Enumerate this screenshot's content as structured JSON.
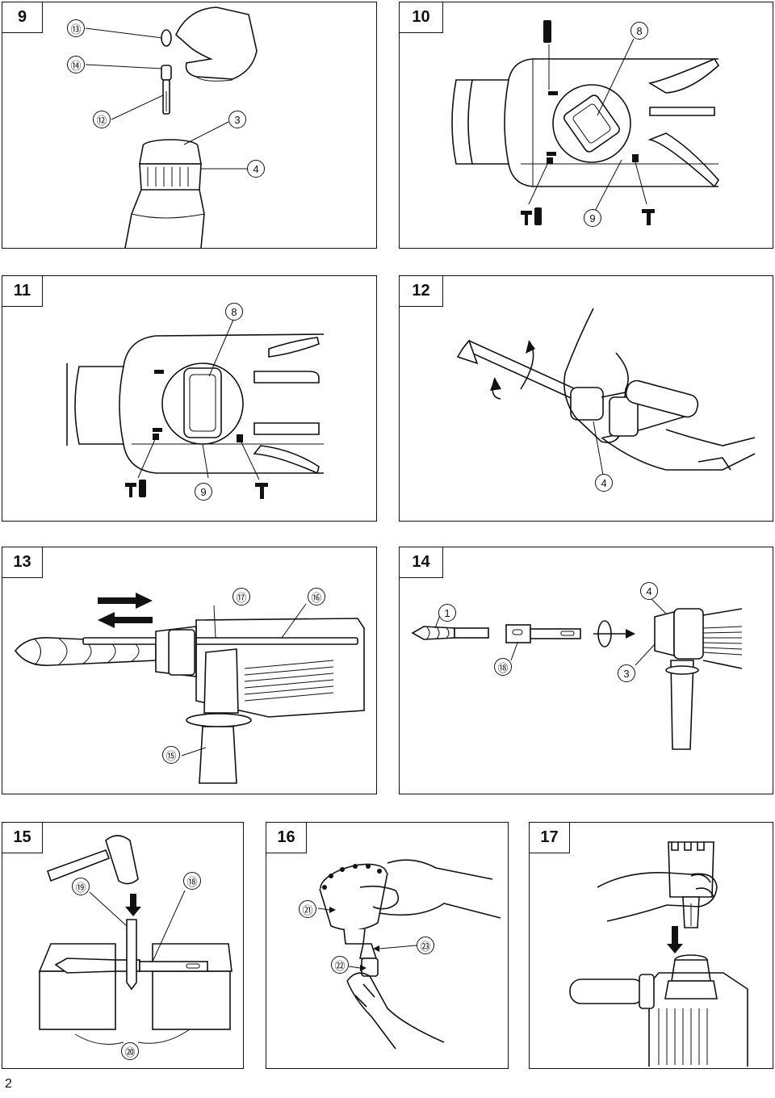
{
  "panels": [
    {
      "id": "p9",
      "number": "9",
      "callouts": [
        "⑬",
        "⑭",
        "⑫",
        "3",
        "4"
      ]
    },
    {
      "id": "p10",
      "number": "10",
      "callouts": [
        "8",
        "9"
      ]
    },
    {
      "id": "p11",
      "number": "11",
      "callouts": [
        "8",
        "9"
      ]
    },
    {
      "id": "p12",
      "number": "12",
      "callouts": [
        "4"
      ]
    },
    {
      "id": "p13",
      "number": "13",
      "callouts": [
        "⑰",
        "⑯",
        "⑮"
      ]
    },
    {
      "id": "p14",
      "number": "14",
      "callouts": [
        "1",
        "⑱",
        "4",
        "3"
      ]
    },
    {
      "id": "p15",
      "number": "15",
      "callouts": [
        "⑲",
        "⑱",
        "⑳"
      ]
    },
    {
      "id": "p16",
      "number": "16",
      "callouts": [
        "㉑",
        "㉓",
        "㉒"
      ]
    },
    {
      "id": "p17",
      "number": "17",
      "callouts": []
    }
  ],
  "page_number": "2"
}
